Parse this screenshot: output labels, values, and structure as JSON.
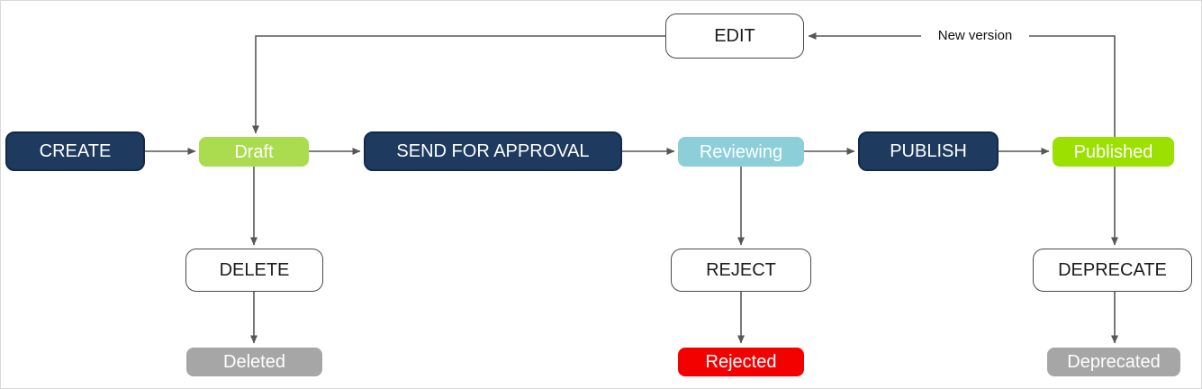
{
  "diagram": {
    "type": "workflow-state-diagram",
    "nodes": {
      "create": {
        "label": "CREATE",
        "kind": "action"
      },
      "draft": {
        "label": "Draft",
        "kind": "state",
        "color": "#ABDB4E"
      },
      "send_for_approval": {
        "label": "SEND FOR APPROVAL",
        "kind": "action"
      },
      "reviewing": {
        "label": "Reviewing",
        "kind": "state",
        "color": "#8CCFD8"
      },
      "publish": {
        "label": "PUBLISH",
        "kind": "action"
      },
      "published": {
        "label": "Published",
        "kind": "state",
        "color": "#9BE000"
      },
      "edit": {
        "label": "EDIT",
        "kind": "event"
      },
      "delete": {
        "label": "DELETE",
        "kind": "event"
      },
      "deleted": {
        "label": "Deleted",
        "kind": "state",
        "color": "#A6A6A6"
      },
      "reject": {
        "label": "REJECT",
        "kind": "event"
      },
      "rejected": {
        "label": "Rejected",
        "kind": "state",
        "color": "#F30000"
      },
      "deprecate": {
        "label": "DEPRECATE",
        "kind": "event"
      },
      "deprecated": {
        "label": "Deprecated",
        "kind": "state",
        "color": "#A6A6A6"
      }
    },
    "edges": [
      {
        "from": "CREATE",
        "to": "Draft"
      },
      {
        "from": "Draft",
        "to": "SEND FOR APPROVAL"
      },
      {
        "from": "SEND FOR APPROVAL",
        "to": "Reviewing"
      },
      {
        "from": "Reviewing",
        "to": "PUBLISH"
      },
      {
        "from": "PUBLISH",
        "to": "Published"
      },
      {
        "from": "EDIT",
        "to": "Draft"
      },
      {
        "from": "Published",
        "to": "EDIT",
        "label": "New version"
      },
      {
        "from": "Draft",
        "to": "DELETE"
      },
      {
        "from": "DELETE",
        "to": "Deleted"
      },
      {
        "from": "Reviewing",
        "to": "REJECT"
      },
      {
        "from": "REJECT",
        "to": "Rejected"
      },
      {
        "from": "Published",
        "to": "DEPRECATE"
      },
      {
        "from": "DEPRECATE",
        "to": "Deprecated"
      }
    ],
    "edge_labels": {
      "new_version": "New version"
    },
    "colors": {
      "action_fill": "#1E3A5F",
      "action_border": "#13294B",
      "connector": "#575757",
      "draft_green": "#ABDB4E",
      "published_green": "#9BE000",
      "reviewing_blue": "#8CCFD8",
      "terminal_gray": "#A6A6A6",
      "rejected_red": "#F30000"
    }
  }
}
